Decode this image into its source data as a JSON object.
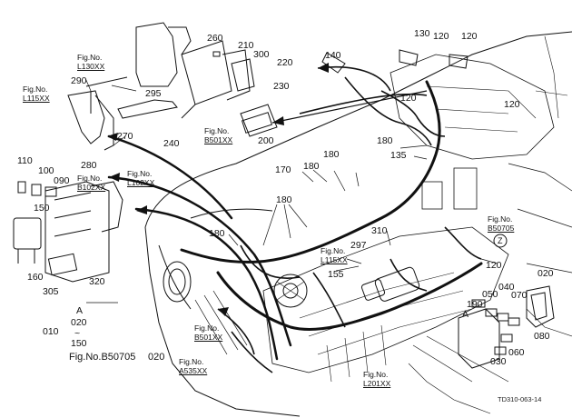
{
  "drawing_code": "TD310-063-14",
  "part_numbers": {
    "p260": "260",
    "p210": "210",
    "p300": "300",
    "p220": "220",
    "p230": "230",
    "p290": "290",
    "p295": "295",
    "p270": "270",
    "p240": "240",
    "p200": "200",
    "p140": "140",
    "p130": "130",
    "p120a": "120",
    "p120b": "120",
    "p120c": "120",
    "p120d": "120",
    "p120e": "120",
    "p110": "110",
    "p100": "100",
    "p090": "090",
    "p280": "280",
    "p180a": "180",
    "p180b": "180",
    "p180c": "180",
    "p180d": "180",
    "p180e": "180",
    "p170": "170",
    "p135": "135",
    "p150a": "150",
    "p160": "160",
    "p320": "320",
    "p305": "305",
    "p310": "310",
    "p297": "297",
    "p155": "155",
    "p190": "190",
    "p050": "050",
    "p040": "040",
    "p070": "070",
    "p080": "080",
    "p060": "060",
    "p030": "030",
    "p020a": "020",
    "p010": "010",
    "range_a": "A",
    "range_020": "020",
    "range_tilde": "~",
    "range_150": "150",
    "bottom_fig": "Fig.No.B50705",
    "bottom_020": "020",
    "mark_a": "A",
    "mark_z": "Z"
  },
  "fig_refs": {
    "l130": {
      "line1": "Fig.No.",
      "line2": "L130XX"
    },
    "l115a": {
      "line1": "Fig.No.",
      "line2": "L115XX"
    },
    "b501a": {
      "line1": "Fig.No.",
      "line2": "B501XX"
    },
    "b102": {
      "line1": "Fig.No.",
      "line2": "B102XX"
    },
    "l102": {
      "line1": "Fig.No.",
      "line2": "L102XX"
    },
    "l115b": {
      "line1": "Fig.No.",
      "line2": "L115XX"
    },
    "b50705": {
      "line1": "Fig.No.",
      "line2": "B50705"
    },
    "b501b": {
      "line1": "Fig.No.",
      "line2": "B501XX"
    },
    "a535": {
      "line1": "Fig.No.",
      "line2": "A535XX"
    },
    "l201": {
      "line1": "Fig.No.",
      "line2": "L201XX"
    }
  }
}
